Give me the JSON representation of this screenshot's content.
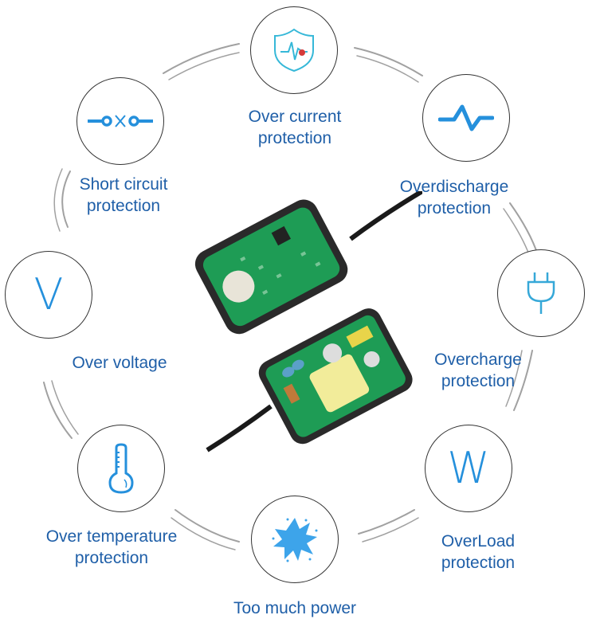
{
  "diagram": {
    "title": "",
    "accent_color": "#2590dc",
    "label_color": "#1f5fa8",
    "center_image": "power-adapter-pcb-cutaway",
    "features": [
      {
        "id": "over-current",
        "icon": "shield-heartbeat-icon",
        "lines": [
          "Over current",
          "protection"
        ]
      },
      {
        "id": "overdischarge",
        "icon": "pulse-wave-icon",
        "lines": [
          "Overdischarge",
          "protection"
        ]
      },
      {
        "id": "overcharge",
        "icon": "plug-icon",
        "lines": [
          "Overcharge",
          "protection"
        ]
      },
      {
        "id": "overload",
        "icon": "letter-w-icon",
        "glyph": "W",
        "lines": [
          "OverLoad",
          "protection"
        ]
      },
      {
        "id": "too-much-power",
        "icon": "burst-icon",
        "lines": [
          "Too much power"
        ]
      },
      {
        "id": "over-temperature",
        "icon": "thermometer-icon",
        "lines": [
          "Over temperature",
          "protection"
        ]
      },
      {
        "id": "over-voltage",
        "icon": "letter-v-icon",
        "glyph": "V",
        "lines": [
          "Over voltage"
        ]
      },
      {
        "id": "short-circuit",
        "icon": "open-switch-icon",
        "lines": [
          "Short circuit",
          "protection"
        ]
      }
    ]
  }
}
